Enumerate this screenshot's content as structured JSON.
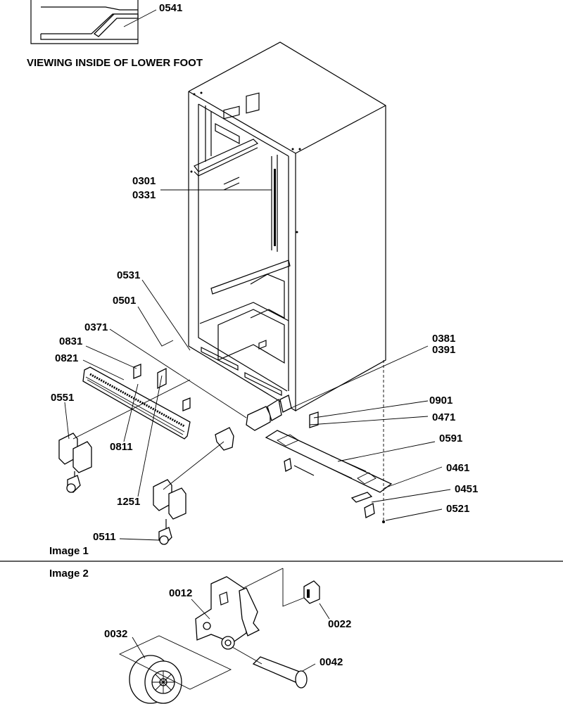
{
  "captions": {
    "inset": "VIEWING INSIDE OF LOWER FOOT",
    "image1": "Image 1",
    "image2": "Image 2"
  },
  "callouts": {
    "p0541": "0541",
    "p0301": "0301",
    "p0331": "0331",
    "p0531": "0531",
    "p0501": "0501",
    "p0371": "0371",
    "p0831": "0831",
    "p0821": "0821",
    "p0551": "0551",
    "p0811": "0811",
    "p1251": "1251",
    "p0511": "0511",
    "p0381": "0381",
    "p0391": "0391",
    "p0901": "0901",
    "p0471": "0471",
    "p0591": "0591",
    "p0461": "0461",
    "p0451": "0451",
    "p0521": "0521",
    "p0012": "0012",
    "p0022": "0022",
    "p0032": "0032",
    "p0042": "0042"
  }
}
